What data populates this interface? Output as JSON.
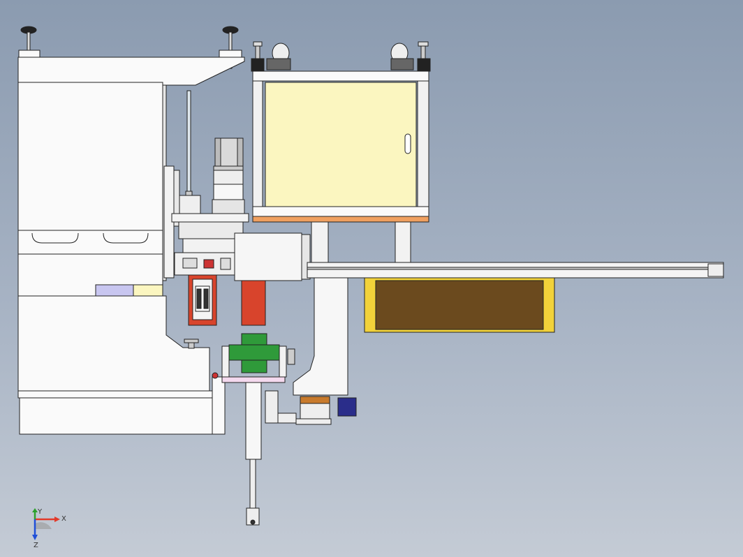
{
  "triad": {
    "x_label": "X",
    "y_label": "Y",
    "z_label": "Z"
  },
  "colors": {
    "background_top": "#8b9bb0",
    "background_bottom": "#c4cbd5",
    "cabinet_panel": "#fbf6c0",
    "brown_pad": "#6b4a1e",
    "yellow_tray": "#f2d23a",
    "green_part": "#2f9a3a",
    "red_block": "#d8442c",
    "navy_motor": "#2a2d8a",
    "orange_plate": "#f0a060",
    "frame_white": "#fafafa"
  }
}
